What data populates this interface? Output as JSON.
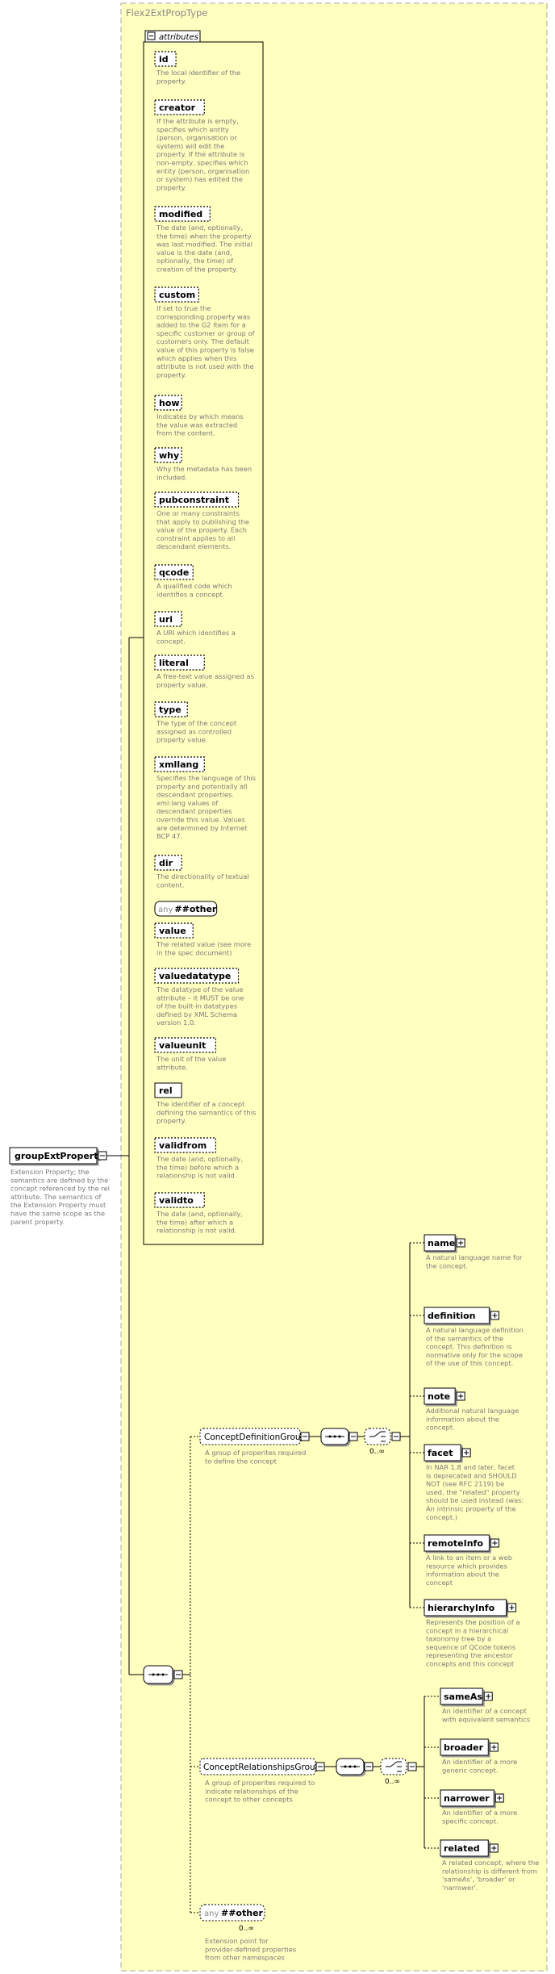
{
  "type_name": "Flex2ExtPropType",
  "root": {
    "name": "groupExtProperty",
    "desc": [
      "Extension Property; the",
      "semantics are defined by the",
      "concept referenced by the rel",
      "attribute. The semantics of",
      "the Extension Property must",
      "have the same scope as the",
      "parent property."
    ]
  },
  "attributes": {
    "title": "attributes",
    "items": [
      {
        "name": "id",
        "desc": [
          "The local identifier of the",
          "property."
        ]
      },
      {
        "name": "creator",
        "desc": [
          "If the attribute is empty,",
          "specifies which entity",
          "(person, organisation or",
          "system) will edit the",
          "property. If the attribute is",
          "non-empty, specifies which",
          "entity (person, organisation",
          "or system) has edited the",
          "property."
        ]
      },
      {
        "name": "modified",
        "desc": [
          "The date (and, optionally,",
          "the time) when the property",
          "was last modified. The initial",
          "value is the date (and,",
          "optionally, the time) of",
          "creation of the property."
        ]
      },
      {
        "name": "custom",
        "desc": [
          "If set to true the",
          "corresponding property was",
          "added to the G2 Item for a",
          "specific customer or group of",
          "customers only. The default",
          "value of this property is false",
          "which applies when this",
          "attribute is not used with the",
          "property."
        ]
      },
      {
        "name": "how",
        "desc": [
          "Indicates by which means",
          "the value was extracted",
          "from the content."
        ]
      },
      {
        "name": "why",
        "desc": [
          "Why the metadata has been",
          "included."
        ]
      },
      {
        "name": "pubconstraint",
        "desc": [
          "One or many constraints",
          "that apply to publishing the",
          "value of the property. Each",
          "constraint applies to all",
          "descendant elements."
        ]
      },
      {
        "name": "qcode",
        "desc": [
          "A qualified code which",
          "identifies a concept."
        ]
      },
      {
        "name": "uri",
        "desc": [
          "A URI which identifies a",
          "concept."
        ]
      },
      {
        "name": "literal",
        "desc": [
          "A free-text value assigned as",
          "property value."
        ]
      },
      {
        "name": "type",
        "desc": [
          "The type of the concept",
          "assigned as controlled",
          "property value."
        ]
      },
      {
        "name": "xmllang",
        "desc": [
          "Specifies the language of this",
          "property and potentially all",
          "descendant properties.",
          "xml:lang values of",
          "descendant properties",
          "override this value. Values",
          "are determined by Internet",
          "BCP 47."
        ]
      },
      {
        "name": "dir",
        "desc": [
          "The directionality of textual",
          "content."
        ]
      },
      {
        "name": "##other",
        "prefix": "any",
        "desc": []
      },
      {
        "name": "value",
        "desc": [
          "The related value (see more",
          "in the spec document)"
        ]
      },
      {
        "name": "valuedatatype",
        "desc": [
          "The datatype of the value",
          "attribute – it MUST be one",
          "of the built-in datatypes",
          "defined by XML Schema",
          "version 1.0."
        ]
      },
      {
        "name": "valueunit",
        "desc": [
          "The unit of the value",
          "attribute."
        ]
      },
      {
        "name": "rel",
        "desc": [
          "The identifier of a concept",
          "defining the semantics of this",
          "property."
        ]
      },
      {
        "name": "validfrom",
        "desc": [
          "The date (and, optionally,",
          "the time) before which a",
          "relationship is not valid."
        ]
      },
      {
        "name": "validto",
        "desc": [
          "The date (and, optionally,",
          "the time) after which a",
          "relationship is not valid."
        ]
      }
    ]
  },
  "concept_definition_group": {
    "name": "ConceptDefinitionGroup",
    "desc": [
      "A group of properites required",
      "to define the concept"
    ],
    "cardinality": "0..∞",
    "children": [
      {
        "name": "name",
        "desc": [
          "A natural language name for",
          "the concept."
        ]
      },
      {
        "name": "definition",
        "desc": [
          "A natural language definition",
          "of the semantics of the",
          "concept. This definition is",
          "normative only for the scope",
          "of the use of this concept."
        ]
      },
      {
        "name": "note",
        "desc": [
          "Additional natural language",
          "information about the",
          "concept."
        ]
      },
      {
        "name": "facet",
        "desc": [
          "In NAR 1.8 and later, facet",
          "is deprecated and SHOULD",
          "NOT (see RFC 2119) be",
          "used, the \"related\" property",
          "should be used instead (was:",
          "An intrinsic property of the",
          "concept.)"
        ]
      },
      {
        "name": "remoteInfo",
        "desc": [
          "A link to an item or a web",
          "resource which provides",
          "information about the",
          "concept"
        ]
      },
      {
        "name": "hierarchyInfo",
        "desc": [
          "Represents the position of a",
          "concept in a hierarchical",
          "taxonomy tree by a",
          "sequence of QCode tokens",
          "representing the ancestor",
          "concepts and this concept"
        ]
      }
    ]
  },
  "concept_relationships_group": {
    "name": "ConceptRelationshipsGroup",
    "desc": [
      "A group of properites required to",
      "indicate relationships of the",
      "concept to other concepts"
    ],
    "cardinality": "0..∞",
    "children": [
      {
        "name": "sameAs",
        "desc": [
          "An identifier of a concept",
          "with equivalent semantics"
        ]
      },
      {
        "name": "broader",
        "desc": [
          "An identifier of a more",
          "generic concept."
        ]
      },
      {
        "name": "narrower",
        "desc": [
          "An identifier of a more",
          "specific concept."
        ]
      },
      {
        "name": "related",
        "desc": [
          "A related concept, where the",
          "relationship is different from",
          "'sameAs', 'broader' or",
          "'narrower'."
        ]
      }
    ]
  },
  "any_other": {
    "prefix": "any",
    "name": "##other",
    "cardinality": "0..∞",
    "desc": [
      "Extension point for",
      "provider-defined properties",
      "from other namespaces"
    ]
  },
  "colors": {
    "background": "#ffffc0",
    "frame_border": "#a8a8a8",
    "box_fill": "#ffffff",
    "line": "#000000",
    "description_text": "#7a7a7a"
  }
}
